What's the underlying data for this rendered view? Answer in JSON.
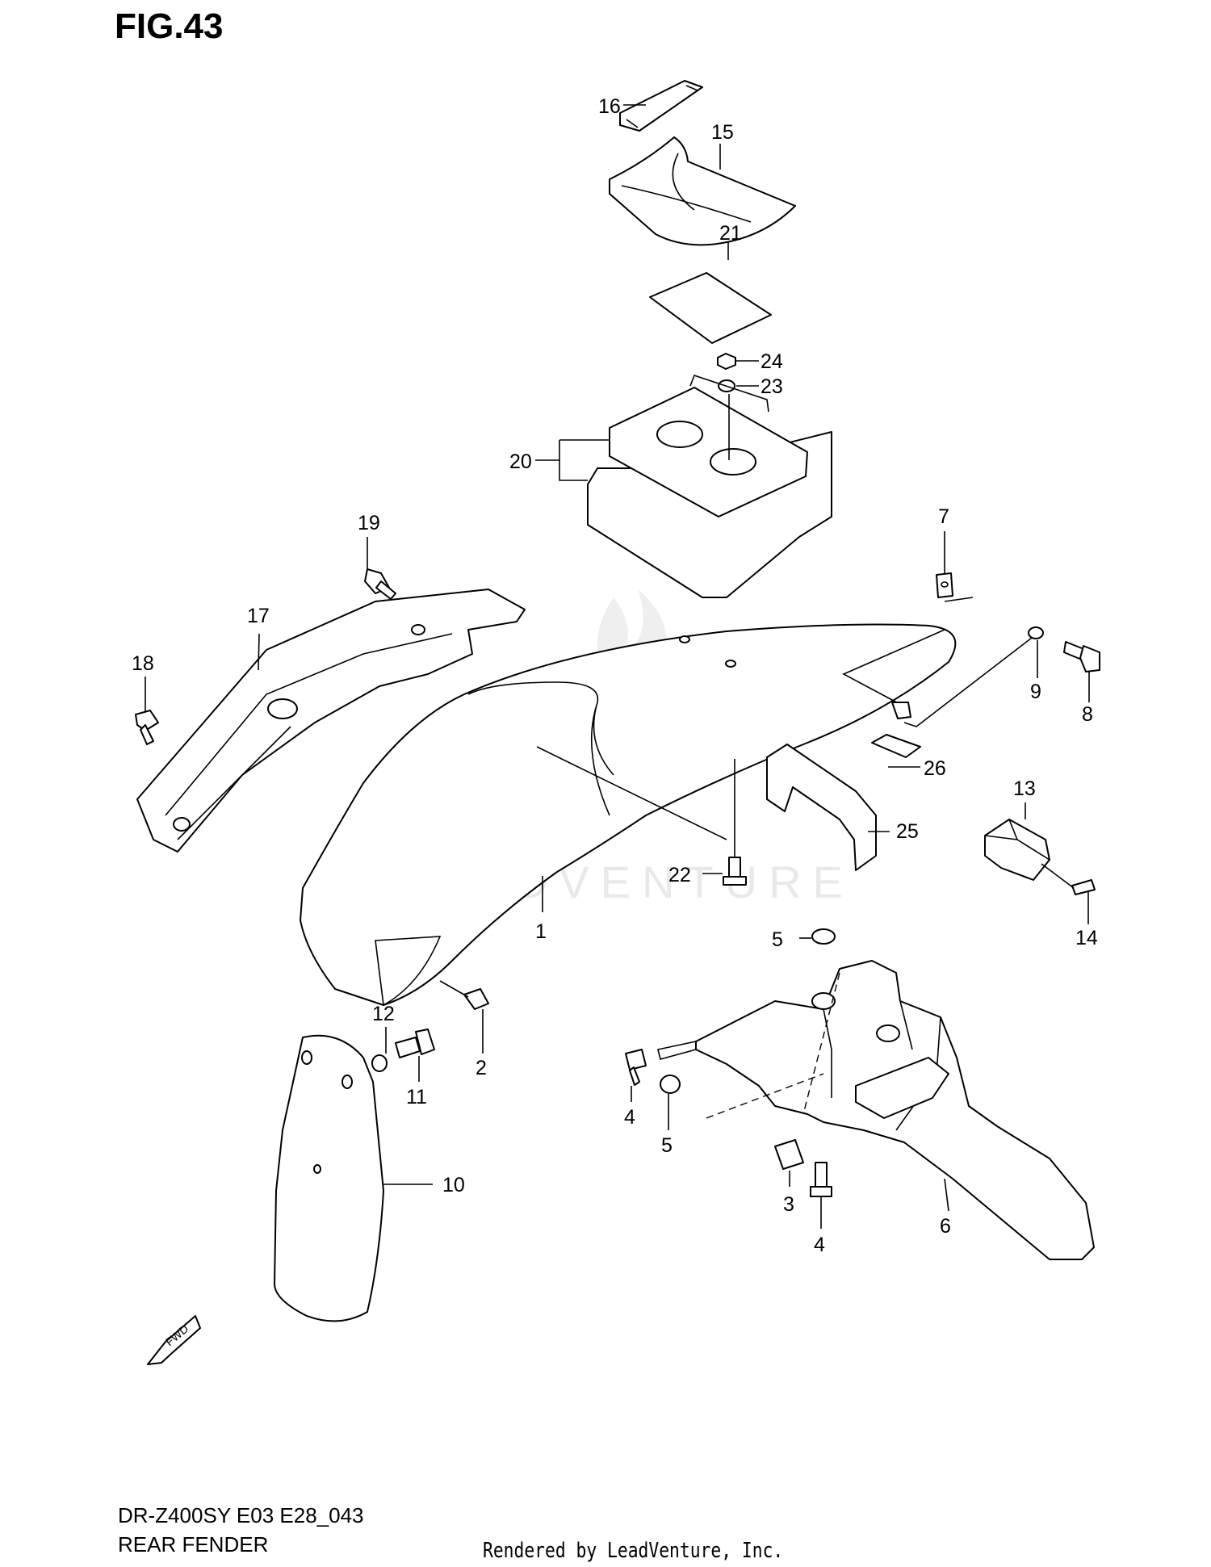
{
  "figure_title": "FIG.43",
  "watermark": "LEADVENTURE",
  "callouts": [
    "1",
    "2",
    "3",
    "4",
    "4",
    "5",
    "5",
    "6",
    "7",
    "8",
    "9",
    "10",
    "11",
    "12",
    "13",
    "14",
    "15",
    "16",
    "17",
    "18",
    "19",
    "20",
    "21",
    "22",
    "23",
    "24",
    "25",
    "26"
  ],
  "fwd_label": "FWD",
  "footer": {
    "model": "DR-Z400SY E03 E28_043",
    "name": "REAR FENDER",
    "rendered_by": "Rendered by LeadVenture, Inc."
  }
}
